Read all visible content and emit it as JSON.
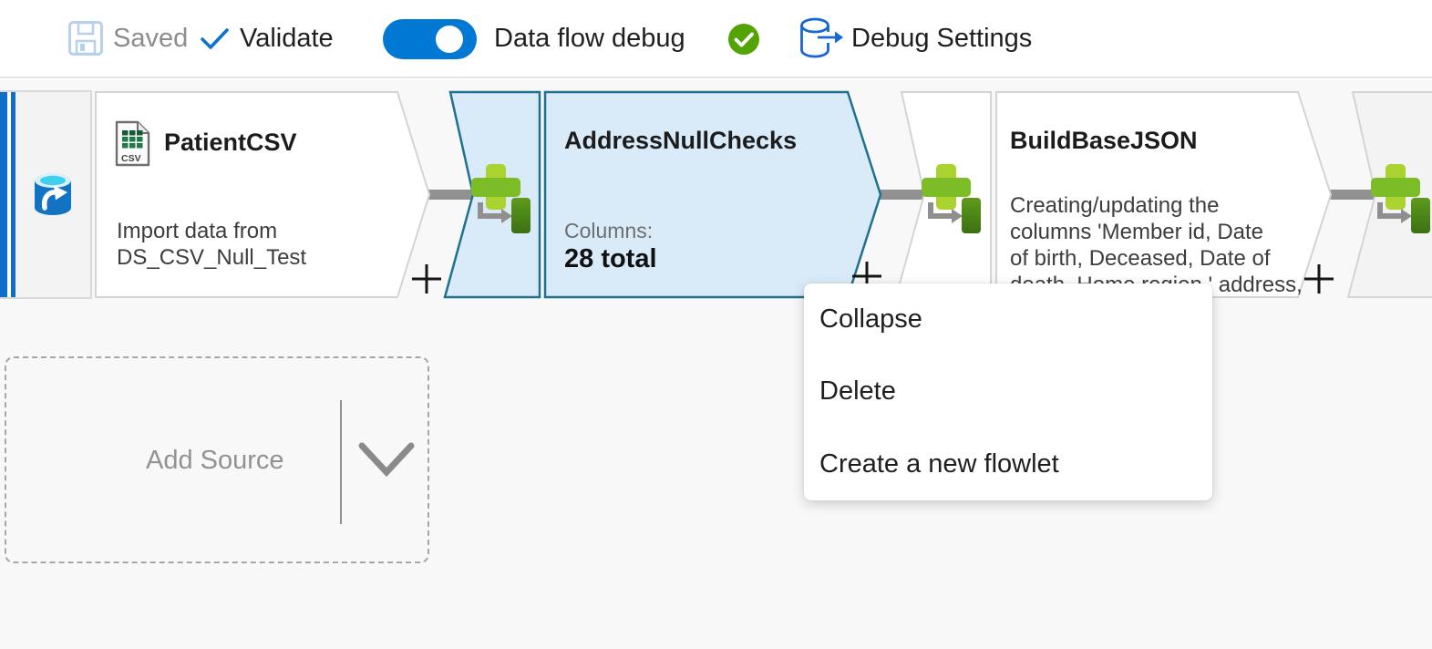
{
  "toolbar": {
    "saved_label": "Saved",
    "validate_label": "Validate",
    "data_flow_debug_label": "Data flow debug",
    "debug_toggle_on": true,
    "debug_settings_label": "Debug Settings"
  },
  "canvas": {
    "nodes": [
      {
        "id": "patient-csv",
        "title": "PatientCSV",
        "description": "Import data from\nDS_CSV_Null_Test",
        "type": "source-csv-dataset"
      },
      {
        "id": "address-null-checks",
        "title": "AddressNullChecks",
        "columns_label": "Columns:",
        "columns_value": "28 total",
        "selected": true,
        "type": "derived-column"
      },
      {
        "id": "build-base-json",
        "title": "BuildBaseJSON",
        "description": "Creating/updating the\ncolumns 'Member id, Date\nof birth, Deceased, Date of\ndeath, Home region,' address,",
        "type": "derived-column"
      }
    ],
    "add_source_label": "Add Source",
    "plus_symbol": "+"
  },
  "context_menu": {
    "items": [
      {
        "label": "Collapse"
      },
      {
        "label": "Delete"
      },
      {
        "label": "Create a new flowlet"
      }
    ]
  },
  "colors": {
    "accent_blue": "#0078d4",
    "success_green": "#57a300",
    "selected_node_fill": "#d9ebf9",
    "selected_node_border": "#20708f",
    "node_border": "#d4d4d4",
    "connector_gray": "#919191",
    "derived_icon_green": "#7cbc27",
    "derived_icon_dark_green": "#47811a",
    "canvas_bg": "#f8f8f8"
  }
}
